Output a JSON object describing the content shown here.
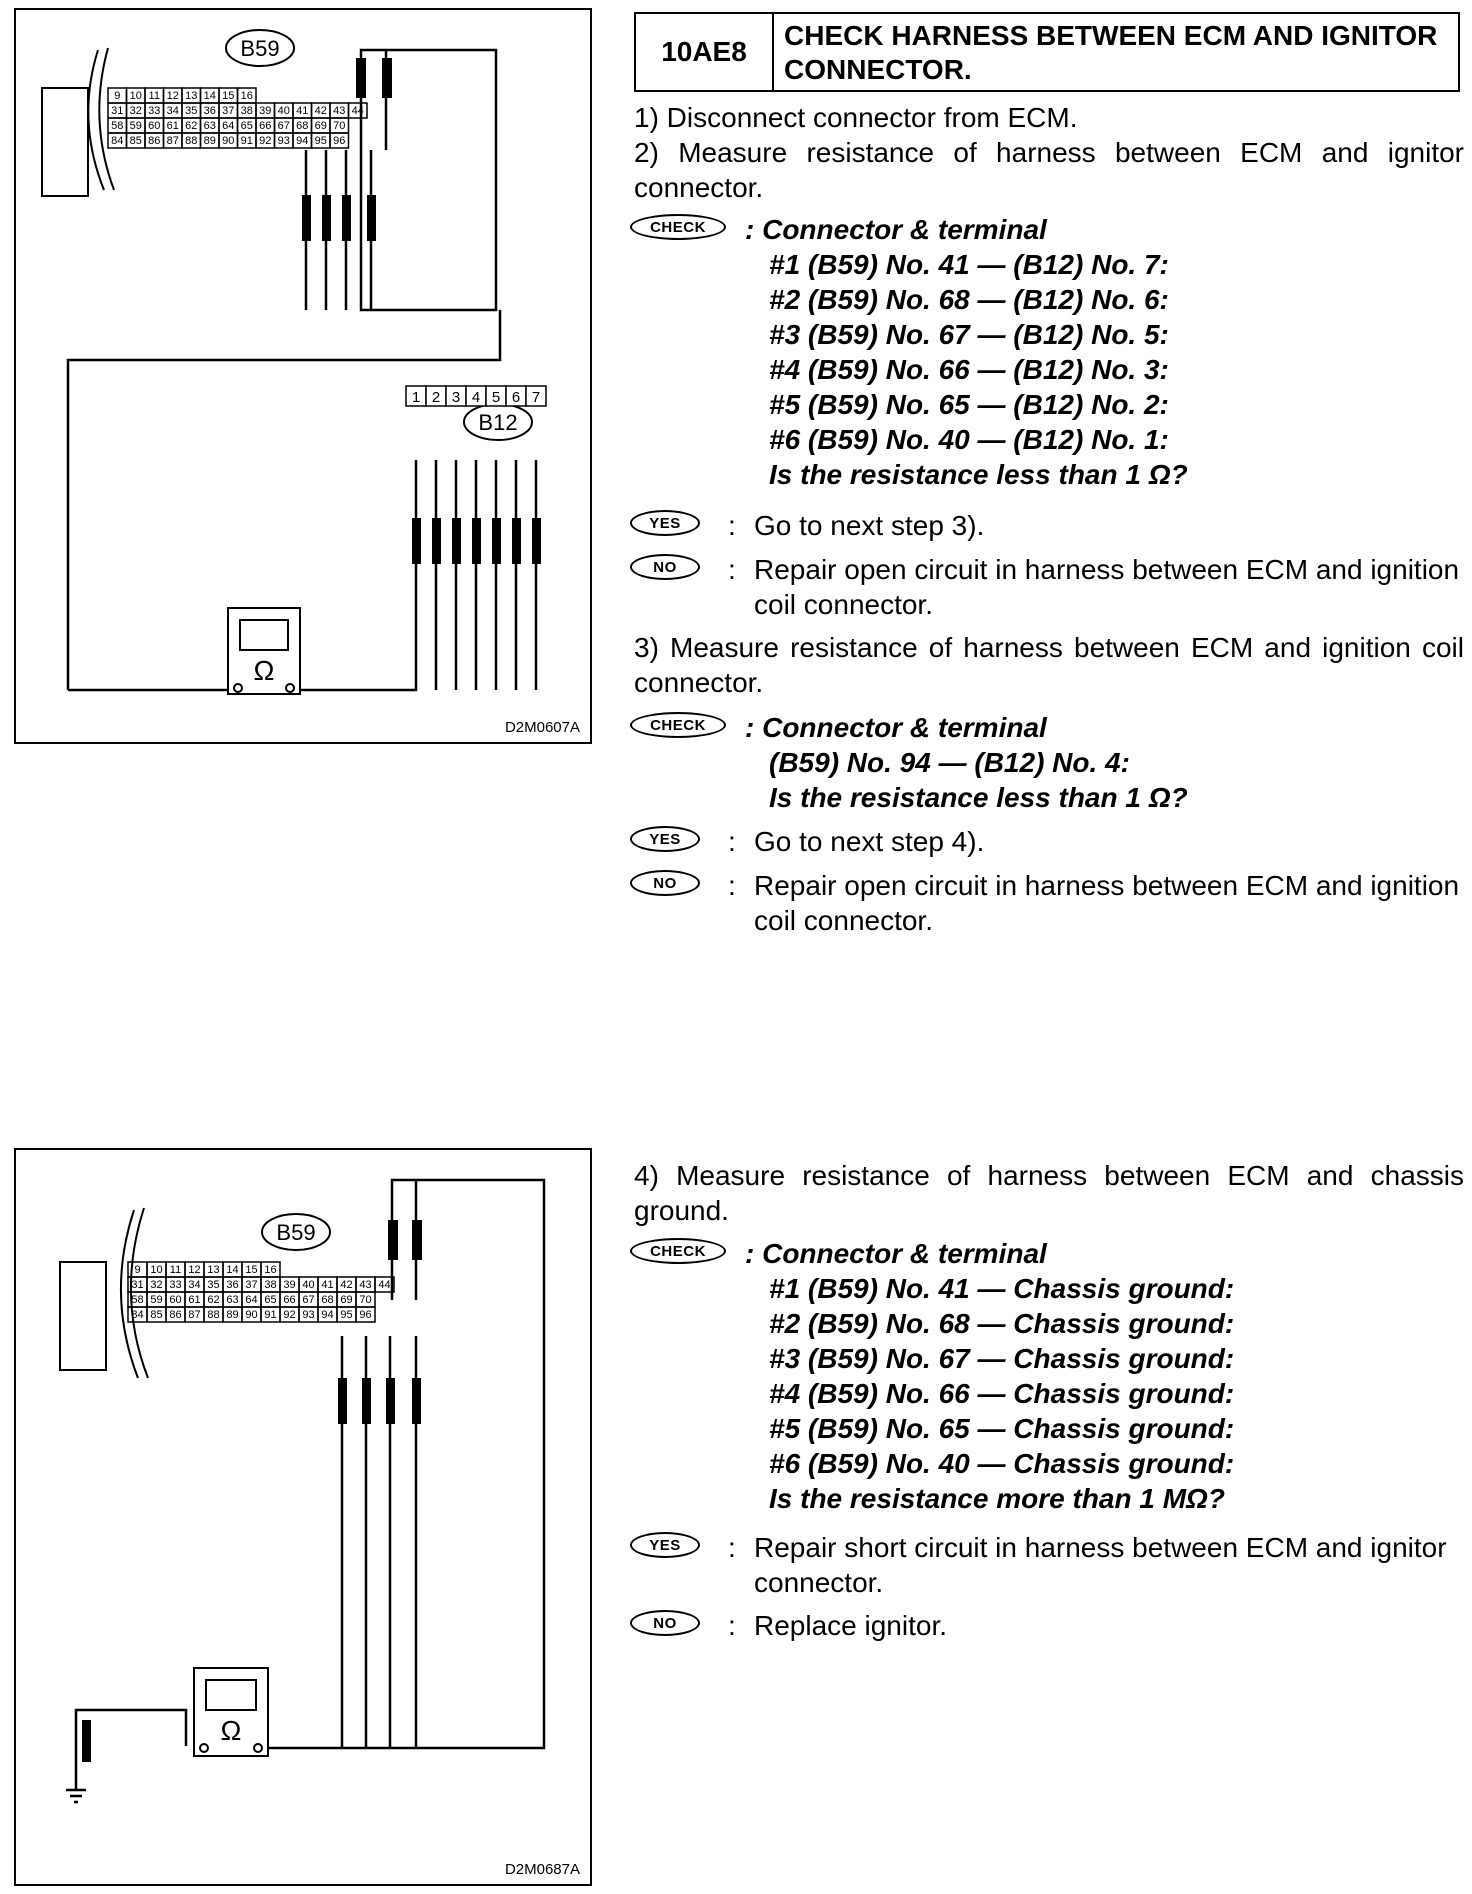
{
  "section": {
    "code": "10AE8",
    "title": "CHECK HARNESS BETWEEN ECM AND IGNITOR CONNECTOR."
  },
  "figure1": {
    "ecm_label": "B59",
    "ignitor_label": "B12",
    "b12_pins": [
      "1",
      "2",
      "3",
      "4",
      "5",
      "6",
      "7"
    ],
    "ohm_symbol": "Ω",
    "code": "D2M0607A",
    "b59_rows": [
      [
        "9",
        "10",
        "11",
        "12",
        "13",
        "14",
        "15",
        "16"
      ],
      [
        "31",
        "32",
        "33",
        "34",
        "35",
        "36",
        "37",
        "38",
        "39",
        "40",
        "41",
        "42",
        "43",
        "44"
      ],
      [
        "58",
        "59",
        "60",
        "61",
        "62",
        "63",
        "64",
        "65",
        "66",
        "67",
        "68",
        "69",
        "70"
      ],
      [
        "84",
        "85",
        "86",
        "87",
        "88",
        "89",
        "90",
        "91",
        "92",
        "93",
        "94",
        "95",
        "96"
      ]
    ]
  },
  "figure2": {
    "ecm_label": "B59",
    "ohm_symbol": "Ω",
    "code": "D2M0687A"
  },
  "steps": {
    "s1": "1) Disconnect connector from ECM.",
    "s2": "2) Measure resistance of harness between ECM and ignitor connector.",
    "s3": "3) Measure resistance of harness between ECM and ignition coil connector.",
    "s4": "4) Measure resistance of harness between ECM and chassis ground."
  },
  "badges": {
    "check": "CHECK",
    "yes": "YES",
    "no": "NO"
  },
  "check1": {
    "heading": ": Connector & terminal",
    "lines": [
      "#1 (B59) No. 41 — (B12) No. 7:",
      "#2 (B59) No. 68 — (B12) No. 6:",
      "#3 (B59) No. 67 — (B12) No. 5:",
      "#4 (B59) No. 66 — (B12) No. 3:",
      "#5 (B59) No. 65 — (B12) No. 2:",
      "#6 (B59) No. 40 — (B12) No. 1:",
      "Is the resistance less than 1 Ω?"
    ],
    "yes": "Go to next step 3).",
    "no": "Repair open circuit in harness between ECM and ignition coil connector."
  },
  "check2": {
    "heading": ": Connector & terminal",
    "lines": [
      "(B59) No. 94 — (B12) No. 4:",
      "Is the resistance less than 1 Ω?"
    ],
    "yes": "Go to next step 4).",
    "no": "Repair open circuit in harness between ECM and ignition coil connector."
  },
  "check3": {
    "heading": ": Connector & terminal",
    "lines": [
      "#1 (B59) No. 41 — Chassis ground:",
      "#2 (B59) No. 68 — Chassis ground:",
      "#3 (B59) No. 67 — Chassis ground:",
      "#4 (B59) No. 66 — Chassis ground:",
      "#5 (B59) No. 65 — Chassis ground:",
      "#6 (B59) No. 40 — Chassis ground:",
      "Is the resistance more than 1 MΩ?"
    ],
    "yes": "Repair short circuit in harness between ECM and ignitor connector.",
    "no": "Replace ignitor."
  },
  "colon": ":"
}
